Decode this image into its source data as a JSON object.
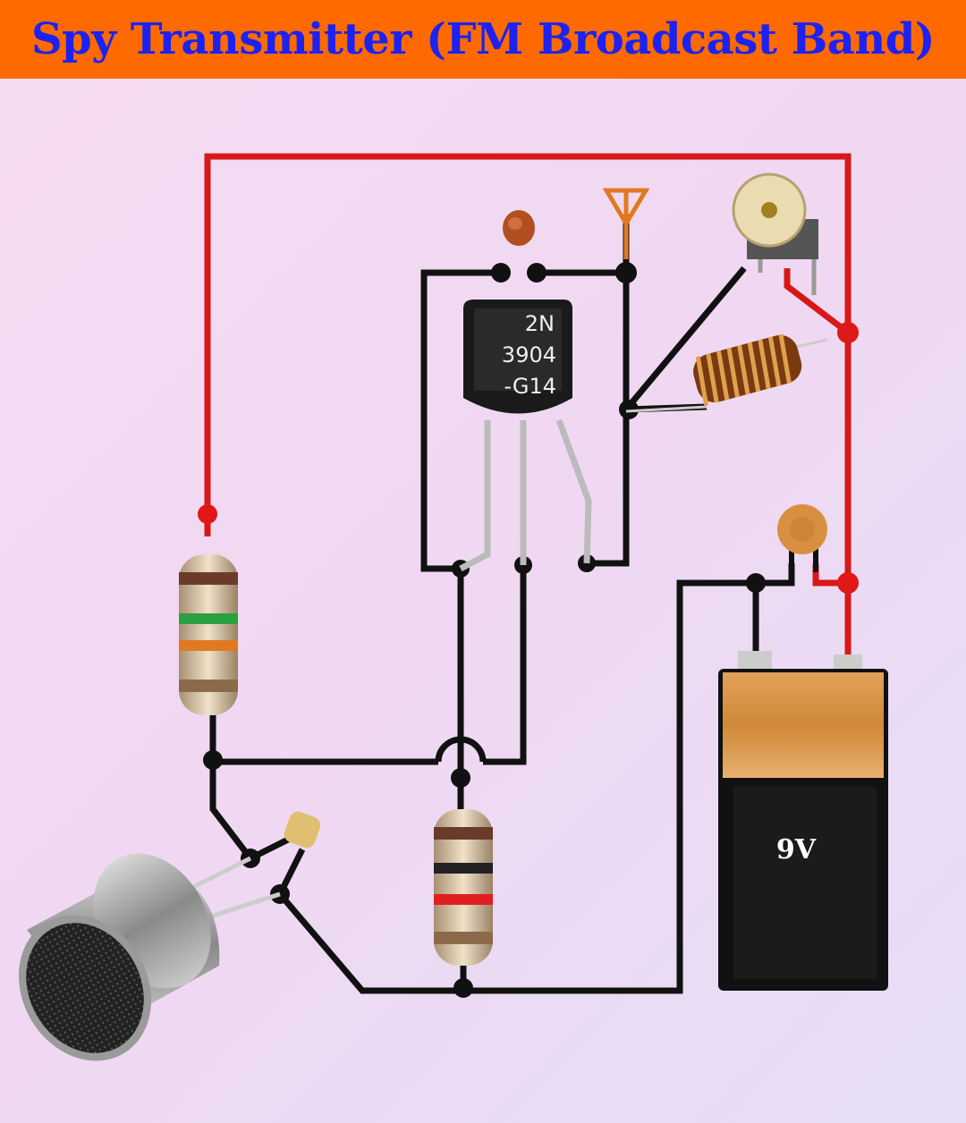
{
  "title": "Spy Transmitter (FM Broadcast Band)",
  "transistor": {
    "line1": "2N",
    "line2": "3904",
    "line3": "-G14"
  },
  "battery": {
    "label": "9V"
  },
  "colors": {
    "title_bg": "#ff6a00",
    "title_text": "#1d22f0",
    "positive_wire": "#d81818",
    "wire": "#111111"
  }
}
